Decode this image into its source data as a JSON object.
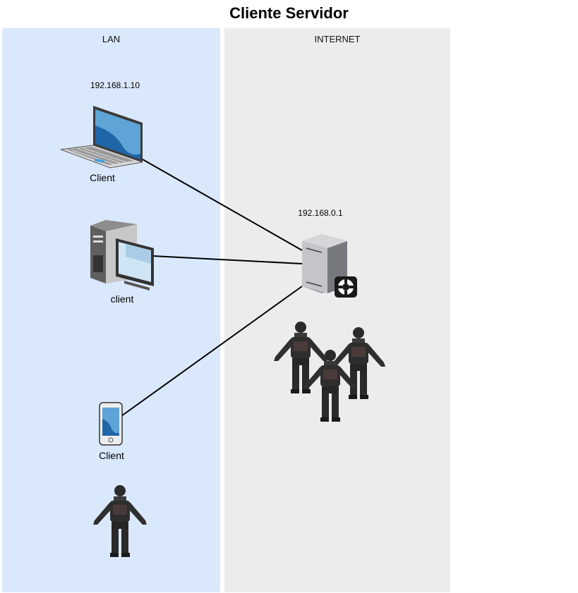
{
  "title": "Cliente Servidor",
  "zones": {
    "lan": {
      "label": "LAN"
    },
    "internet": {
      "label": "INTERNET"
    }
  },
  "nodes": {
    "laptop": {
      "ip": "192.168.1.10",
      "label": "Client"
    },
    "desktop": {
      "label": "client"
    },
    "phone": {
      "label": "Client"
    },
    "server": {
      "ip": "192.168.0.1"
    }
  },
  "colors": {
    "lan_bg": "#dae8fc",
    "internet_bg": "#ececec",
    "link": "#000000"
  }
}
